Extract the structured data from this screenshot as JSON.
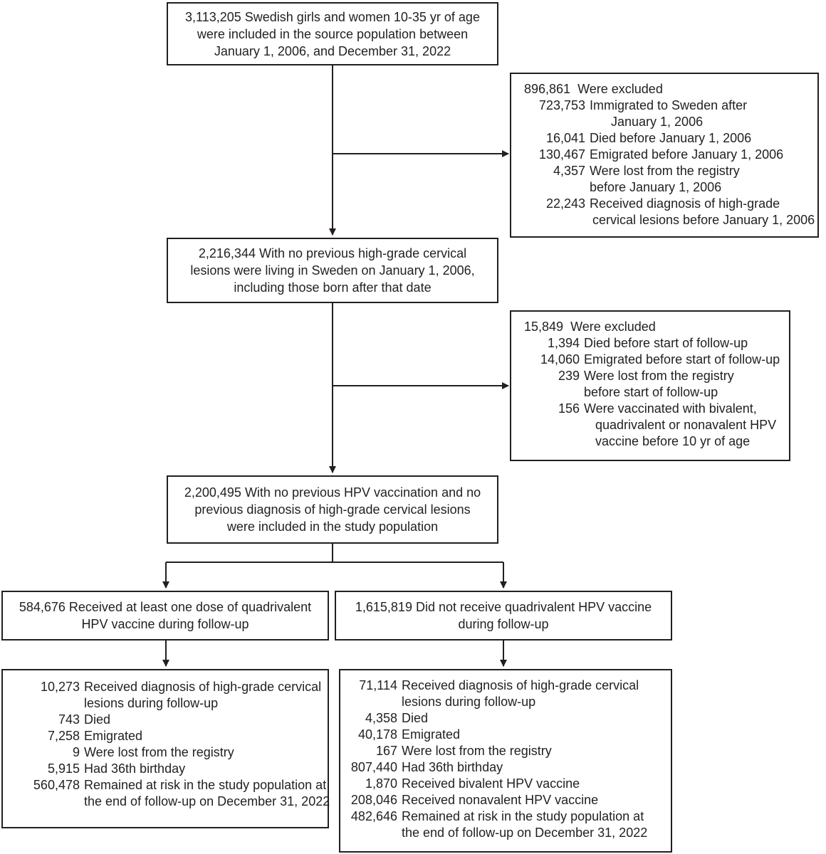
{
  "source": {
    "lines": [
      "3,113,205 Swedish girls and women 10-35 yr of age",
      "were included in the source population between",
      "January 1, 2006, and December 31, 2022"
    ]
  },
  "excluded1": {
    "header": {
      "num": "896,861",
      "text": "Were excluded"
    },
    "items": [
      {
        "num": "723,753",
        "text": "Immigrated to Sweden after",
        "cont": "January 1, 2006"
      },
      {
        "num": "16,041",
        "text": "Died before January 1, 2006"
      },
      {
        "num": "130,467",
        "text": "Emigrated before January 1, 2006"
      },
      {
        "num": "4,357",
        "text": "Were lost from the registry",
        "cont": "before January 1, 2006"
      },
      {
        "num": "22,243",
        "text": "Received diagnosis of high-grade",
        "cont": "cervical lesions before January 1, 2006"
      }
    ]
  },
  "living": {
    "lines": [
      "2,216,344 With no previous high-grade cervical",
      "lesions were living in Sweden on January 1, 2006,",
      "including those born after that date"
    ]
  },
  "excluded2": {
    "header": {
      "num": "15,849",
      "text": "Were excluded"
    },
    "items": [
      {
        "num": "1,394",
        "text": "Died before start of follow-up"
      },
      {
        "num": "14,060",
        "text": "Emigrated before start of follow-up"
      },
      {
        "num": "239",
        "text": "Were lost from the registry",
        "cont": "before start of follow-up"
      },
      {
        "num": "156",
        "text": "Were vaccinated with bivalent,",
        "cont": "quadrivalent or nonavalent HPV",
        "cont2": "vaccine before 10 yr of age"
      }
    ]
  },
  "study": {
    "lines": [
      "2,200,495 With no previous HPV vaccination and no",
      "previous diagnosis of high-grade cervical lesions",
      "were included in the study population"
    ]
  },
  "vaccinated": {
    "lines": [
      "584,676 Received at least one dose of quadrivalent",
      "HPV vaccine during follow-up"
    ]
  },
  "unvaccinated": {
    "lines": [
      "1,615,819 Did not receive quadrivalent HPV vaccine",
      "during follow-up"
    ]
  },
  "outcomes_vaccinated": {
    "items": [
      {
        "num": "10,273",
        "text": "Received diagnosis of high-grade cervical",
        "cont": "lesions during follow-up"
      },
      {
        "num": "743",
        "text": "Died"
      },
      {
        "num": "7,258",
        "text": "Emigrated"
      },
      {
        "num": "9",
        "text": "Were lost from the registry"
      },
      {
        "num": "5,915",
        "text": "Had 36th birthday"
      },
      {
        "num": "560,478",
        "text": "Remained at risk in the study population at",
        "cont": "the end of follow-up on December 31, 2022"
      }
    ]
  },
  "outcomes_unvaccinated": {
    "items": [
      {
        "num": "71,114",
        "text": "Received diagnosis of high-grade cervical",
        "cont": "lesions during follow-up"
      },
      {
        "num": "4,358",
        "text": "Died"
      },
      {
        "num": "40,178",
        "text": "Emigrated"
      },
      {
        "num": "167",
        "text": "Were lost from the registry"
      },
      {
        "num": "807,440",
        "text": "Had 36th birthday"
      },
      {
        "num": "1,870",
        "text": "Received bivalent HPV vaccine"
      },
      {
        "num": "208,046",
        "text": "Received nonavalent HPV vaccine"
      },
      {
        "num": "482,646",
        "text": "Remained at risk in the study population at",
        "cont": "the end of follow-up on December 31, 2022"
      }
    ]
  }
}
